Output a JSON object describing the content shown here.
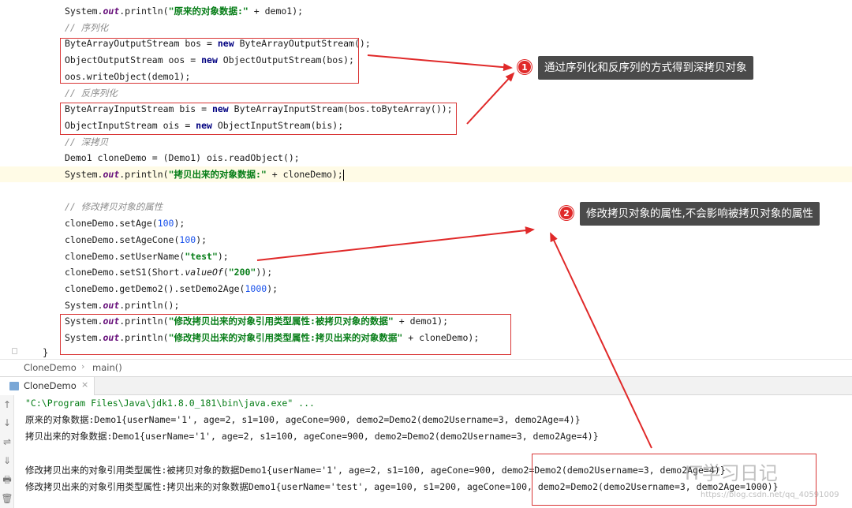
{
  "editor": {
    "lines": [
      {
        "parts": [
          {
            "t": "System."
          },
          {
            "t": "out",
            "c": "fld"
          },
          {
            "t": ".println("
          },
          {
            "t": "\"原来的对象数据:\"",
            "c": "st"
          },
          {
            "t": " + demo1);"
          }
        ]
      },
      {
        "parts": [
          {
            "t": "// 序列化",
            "c": "cmt"
          }
        ]
      },
      {
        "parts": [
          {
            "t": "ByteArrayOutputStream bos = "
          },
          {
            "t": "new",
            "c": "kw"
          },
          {
            "t": " ByteArrayOutputStream();"
          }
        ]
      },
      {
        "parts": [
          {
            "t": "ObjectOutputStream oos = "
          },
          {
            "t": "new",
            "c": "kw"
          },
          {
            "t": " ObjectOutputStream(bos);"
          }
        ]
      },
      {
        "parts": [
          {
            "t": "oos.writeObject(demo1);"
          }
        ]
      },
      {
        "parts": [
          {
            "t": "// 反序列化",
            "c": "cmt"
          }
        ]
      },
      {
        "parts": [
          {
            "t": "ByteArrayInputStream bis = "
          },
          {
            "t": "new",
            "c": "kw"
          },
          {
            "t": " ByteArrayInputStream(bos.toByteArray());"
          }
        ]
      },
      {
        "parts": [
          {
            "t": "ObjectInputStream ois = "
          },
          {
            "t": "new",
            "c": "kw"
          },
          {
            "t": " ObjectInputStream(bis);"
          }
        ]
      },
      {
        "parts": [
          {
            "t": "// 深拷贝",
            "c": "cmt"
          }
        ]
      },
      {
        "parts": [
          {
            "t": "Demo1 cloneDemo = (Demo1) ois.readObject();"
          }
        ]
      },
      {
        "parts": [
          {
            "t": "System."
          },
          {
            "t": "out",
            "c": "fld"
          },
          {
            "t": ".println("
          },
          {
            "t": "\"拷贝出来的对象数据:\"",
            "c": "st"
          },
          {
            "t": " + cloneDemo);"
          }
        ],
        "current": true
      },
      {
        "parts": []
      },
      {
        "parts": [
          {
            "t": "// 修改拷贝对象的属性",
            "c": "cmt"
          }
        ]
      },
      {
        "parts": [
          {
            "t": "cloneDemo.setAge("
          },
          {
            "t": "100",
            "c": "num"
          },
          {
            "t": ");"
          }
        ]
      },
      {
        "parts": [
          {
            "t": "cloneDemo.setAgeCone("
          },
          {
            "t": "100",
            "c": "num"
          },
          {
            "t": ");"
          }
        ]
      },
      {
        "parts": [
          {
            "t": "cloneDemo.setUserName("
          },
          {
            "t": "\"test\"",
            "c": "st"
          },
          {
            "t": ");"
          }
        ]
      },
      {
        "parts": [
          {
            "t": "cloneDemo.setS1(Short."
          },
          {
            "t": "valueOf",
            "c": "mth"
          },
          {
            "t": "("
          },
          {
            "t": "\"200\"",
            "c": "st"
          },
          {
            "t": "));"
          }
        ]
      },
      {
        "parts": [
          {
            "t": "cloneDemo.getDemo2().setDemo2Age("
          },
          {
            "t": "1000",
            "c": "num"
          },
          {
            "t": ");"
          }
        ]
      },
      {
        "parts": [
          {
            "t": "System."
          },
          {
            "t": "out",
            "c": "fld"
          },
          {
            "t": ".println();"
          }
        ]
      },
      {
        "parts": [
          {
            "t": "System."
          },
          {
            "t": "out",
            "c": "fld"
          },
          {
            "t": ".println("
          },
          {
            "t": "\"修改拷贝出来的对象引用类型属性:被拷贝对象的数据\"",
            "c": "st"
          },
          {
            "t": " + demo1);"
          }
        ]
      },
      {
        "parts": [
          {
            "t": "System."
          },
          {
            "t": "out",
            "c": "fld"
          },
          {
            "t": ".println("
          },
          {
            "t": "\"修改拷贝出来的对象引用类型属性:拷贝出来的对象数据\"",
            "c": "st"
          },
          {
            "t": " + cloneDemo);"
          }
        ]
      }
    ],
    "closing_brace": "}"
  },
  "callouts": [
    {
      "number": "1",
      "text": "通过序列化和反序列的方式得到深拷贝对象"
    },
    {
      "number": "2",
      "text": "修改拷贝对象的属性,不会影响被拷贝对象的属性"
    }
  ],
  "breadcrumb": {
    "class_name": "CloneDemo",
    "separator": "›",
    "method_name": "main()"
  },
  "run": {
    "tab_label": "CloneDemo",
    "tab_close": "×",
    "toolbar_icons": [
      "↑",
      "↓",
      "⇌",
      "⇓",
      "🖶",
      "🗑"
    ],
    "console_lines": [
      {
        "text": "\"C:\\Program Files\\Java\\jdk1.8.0_181\\bin\\java.exe\" ...",
        "cmd": true
      },
      {
        "text": "原来的对象数据:Demo1{userName='1', age=2, s1=100, ageCone=900, demo2=Demo2(demo2Username=3, demo2Age=4)}"
      },
      {
        "text": "拷贝出来的对象数据:Demo1{userName='1', age=2, s1=100, ageCone=900, demo2=Demo2(demo2Username=3, demo2Age=4)}"
      },
      {
        "text": ""
      },
      {
        "text": "修改拷贝出来的对象引用类型属性:被拷贝对象的数据Demo1{userName='1', age=2, s1=100, ageCone=900, demo2=Demo2(demo2Username=3, demo2Age=4)}"
      },
      {
        "text": "修改拷贝出来的对象引用类型属性:拷贝出来的对象数据Demo1{userName='test', age=100, s1=200, ageCone=100, demo2=Demo2(demo2Username=3, demo2Age=1000)}"
      }
    ]
  },
  "watermark": {
    "main": "IT学习日记",
    "url": "https://blog.csdn.net/qq_40591009"
  },
  "colors": {
    "highlight_box": "#d93636",
    "arrow": "#e02929",
    "callout_bg": "#4a4a4a",
    "current_line": "#fffbe6"
  }
}
